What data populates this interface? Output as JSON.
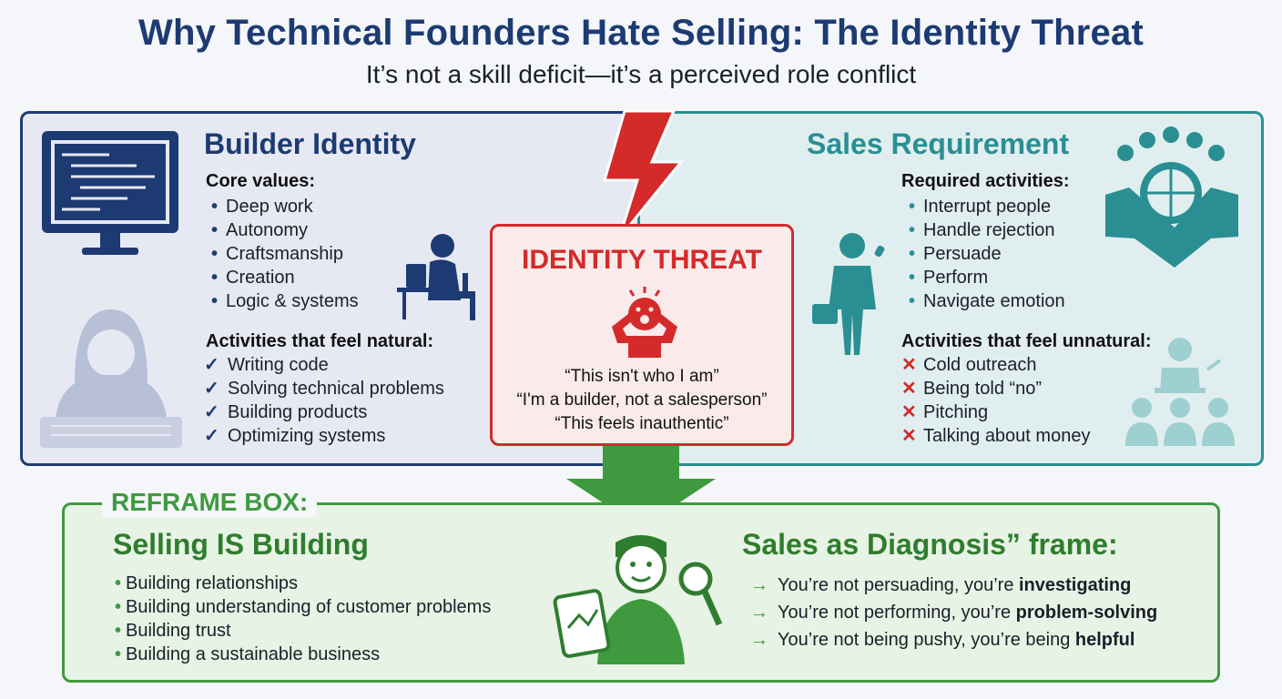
{
  "header": {
    "title": "Why Technical Founders Hate Selling: The Identity Threat",
    "subtitle": "It’s not a skill deficit—it’s a perceived role conflict"
  },
  "builder": {
    "title": "Builder Identity",
    "values_heading": "Core values:",
    "values": [
      "Deep work",
      "Autonomy",
      "Craftsmanship",
      "Creation",
      "Logic & systems"
    ],
    "natural_heading": "Activities that feel natural:",
    "natural": [
      "Writing code",
      "Solving technical problems",
      "Building products",
      "Optimizing systems"
    ]
  },
  "sales": {
    "title": "Sales Requirement",
    "required_heading": "Required activities:",
    "required": [
      "Interrupt people",
      "Handle rejection",
      "Persuade",
      "Perform",
      "Navigate emotion"
    ],
    "unnatural_heading": "Activities that feel unnatural:",
    "unnatural": [
      "Cold outreach",
      "Being told “no”",
      "Pitching",
      "Talking about money"
    ]
  },
  "threat": {
    "title": "IDENTITY THREAT",
    "quotes": [
      "“This isn't who I am”",
      "“I'm a builder, not a salesperson”",
      "“This feels inauthentic”"
    ]
  },
  "reframe": {
    "label": "REFRAME BOX:",
    "title": "Selling IS Building",
    "items": [
      "Building relationships",
      "Building understanding of customer problems",
      "Building trust",
      "Building a sustainable business"
    ],
    "diagnosis_title": "Sales as Diagnosis” frame:",
    "diagnosis": [
      {
        "pre": "You’re not persuading, you’re ",
        "bold": "investigating"
      },
      {
        "pre": "You’re not performing, you’re ",
        "bold": "problem-solving"
      },
      {
        "pre": "You’re not being pushy, you’re being ",
        "bold": "helpful"
      }
    ]
  },
  "colors": {
    "navy": "#1d3a72",
    "teal": "#2a8f92",
    "red": "#d42a2a",
    "green": "#3f9a3f"
  }
}
